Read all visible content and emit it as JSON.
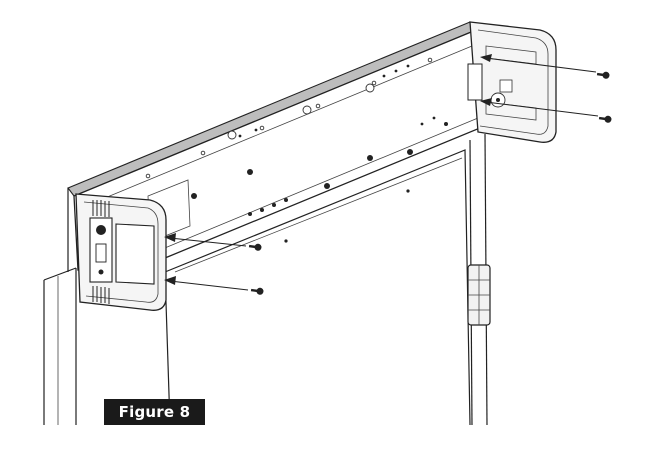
{
  "figure": {
    "label": "Figure 8"
  },
  "parts": {
    "screws": 4,
    "icon_names": [
      "screw-icon",
      "arrow-icon",
      "end-cap",
      "header-rail",
      "door-frame",
      "door-hinge"
    ]
  }
}
